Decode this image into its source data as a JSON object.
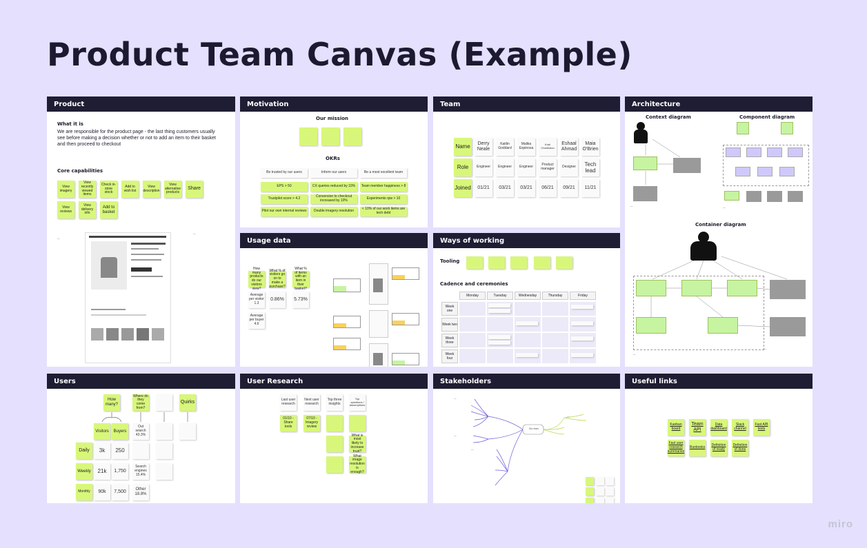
{
  "title": "Product Team Canvas (Example)",
  "logo": "miro",
  "product": {
    "header": "Product",
    "what_heading": "What it is",
    "what_text": "We are responsible for the product page - the last thing customers usually see before making a decision whether or not to add an item to their basket and then proceed to checkout",
    "capabilities_heading": "Core capabilities",
    "capabilities": [
      "View imagery",
      "View recently viewed items",
      "Check in-store stock",
      "Add to wish list",
      "View description",
      "View alternative products",
      "Share",
      "View reviews",
      "View delivery info",
      "Add to basket"
    ]
  },
  "motivation": {
    "header": "Motivation",
    "mission_heading": "Our mission",
    "mission_notes": [
      "",
      "",
      ""
    ],
    "okrs_heading": "OKRs",
    "okr_objectives": [
      "Be trusted by our users",
      "Inform our users",
      "Be a most excellent team"
    ],
    "okr_results": [
      [
        "EPS > 50",
        "CX queries reduced by 10%",
        "Team member happiness > 8"
      ],
      [
        "Trustpilot score > 4.2",
        "Conversion to checkout increased by 10%",
        "Experiments rpw > 10"
      ],
      [
        "Pilot our own internal reviews",
        "Double imagery resolution",
        "< 10% of our work items are tech debt"
      ]
    ]
  },
  "team": {
    "header": "Team",
    "row_labels": [
      "Name",
      "Role",
      "Joined"
    ],
    "members": [
      {
        "name": "Derry Neale",
        "role": "Engineer",
        "joined": "01/21"
      },
      {
        "name": "Kaitlin Goddard",
        "role": "Engineer",
        "joined": "03/21"
      },
      {
        "name": "Malika Espinosa",
        "role": "Engineer",
        "joined": "03/21"
      },
      {
        "name": "Kobi Charleston",
        "role": "Product manager",
        "joined": "06/21"
      },
      {
        "name": "Eshaal Ahmad",
        "role": "Designer",
        "joined": "09/21"
      },
      {
        "name": "Maia O'Brien",
        "role": "Tech lead",
        "joined": "11/21"
      }
    ]
  },
  "architecture": {
    "header": "Architecture",
    "context_title": "Context diagram",
    "component_title": "Component diagram",
    "container_title": "Container diagram"
  },
  "usage": {
    "header": "Usage data",
    "questions": [
      "How many products do our visitors view?",
      "What % of visitors go on to make a purchase?",
      "What % of items with an item in their basket?"
    ],
    "metrics": [
      {
        "label": "Average per visitor 1.3",
        "value": "0.86%",
        "value2": "5.73%"
      },
      {
        "label": "Average per buyer 4.6",
        "value": "",
        "value2": ""
      }
    ]
  },
  "ways": {
    "header": "Ways of working",
    "tooling_heading": "Tooling",
    "tools": [
      "",
      "",
      "",
      "",
      ""
    ],
    "cadence_heading": "Cadence and ceremonies",
    "days": [
      "Monday",
      "Tuesday",
      "Wednesday",
      "Thursday",
      "Friday"
    ],
    "weeks": [
      "Week one",
      "Week two",
      "Week three",
      "Week four"
    ]
  },
  "users": {
    "header": "Users",
    "top_notes": [
      "How many?",
      "Where do they come from?",
      "",
      "Quirks"
    ],
    "visitors_label": "Visitors",
    "buyers_label": "Buyers",
    "rows": [
      {
        "label": "Daily",
        "visitors": "3k",
        "buyers": "250"
      },
      {
        "label": "Weekly",
        "visitors": "21k",
        "buyers": "1,750"
      },
      {
        "label": "Monthly",
        "visitors": "90k",
        "buyers": "7,500"
      }
    ],
    "sources": [
      "Out search 43.3%",
      "",
      "Search engines 15.4%",
      "Other 18.8%"
    ]
  },
  "research": {
    "header": "User Research",
    "cols": [
      {
        "head": "Last user research",
        "note": "01/10 - Share tools"
      },
      {
        "head": "Next user research",
        "note": "07/10 - Imagery review"
      },
      {
        "head": "Top three insights",
        "note": ""
      },
      {
        "head": "Top questions / assumptions",
        "note": ""
      }
    ],
    "insights": [
      "",
      "",
      ""
    ],
    "questions": [
      "",
      "What is most likely to increase trust?",
      "What image resolution is enough?"
    ]
  },
  "stakeholders": {
    "header": "Stakeholders",
    "center": "Our team"
  },
  "links": {
    "header": "Useful links",
    "items": [
      "Kanban board",
      "Team API",
      "Data dashboard",
      "Slack channel",
      "Fast A/B tests",
      "Fast user research summaries",
      "Runbooks",
      "Definition of ready",
      "Definition of done"
    ]
  }
}
